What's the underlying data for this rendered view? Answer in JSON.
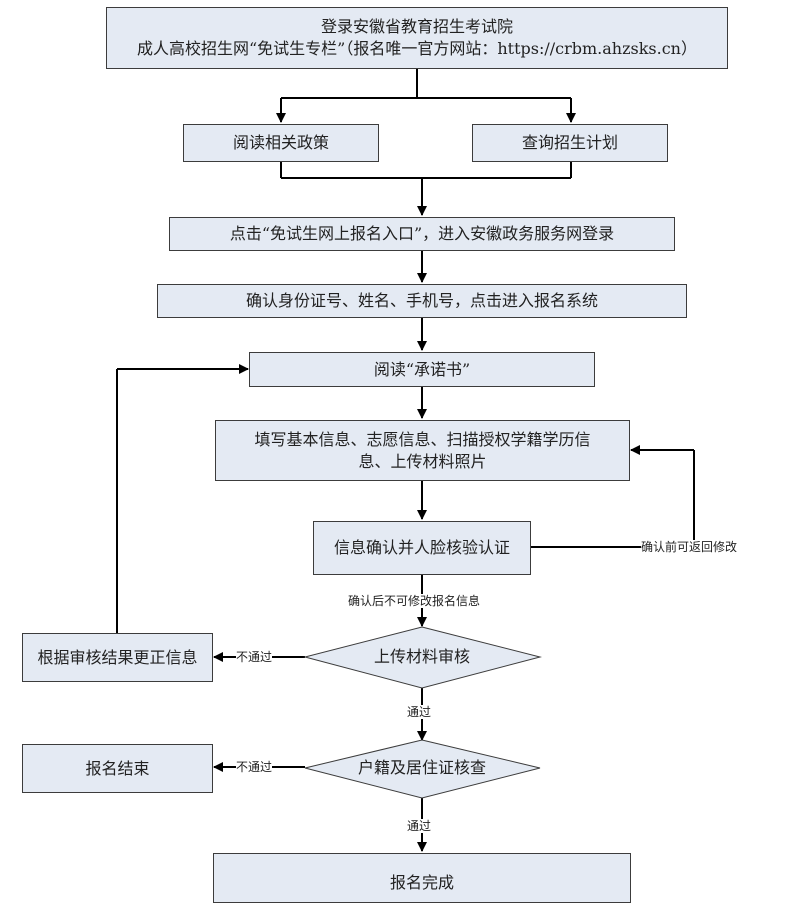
{
  "steps": {
    "login_line1": "登录安徽省教育招生考试院",
    "login_line2": "成人高校招生网“免试生专栏”（报名唯一官方网站：https://crbm.ahzsks.cn）",
    "read_policy": "阅读相关政策",
    "check_plan": "查询招生计划",
    "click_entry": "点击“免试生网上报名入口”，进入安徽政务服务网登录",
    "confirm_identity": "确认身份证号、姓名、手机号，点击进入报名系统",
    "read_promise": "阅读“承诺书”",
    "fill_info_line1": "填写基本信息、志愿信息、扫描授权学籍学历信",
    "fill_info_line2": "息、上传材料照片",
    "face_verify": "信息确认并人脸核验认证",
    "upload_review": "上传材料审核",
    "correct_info": "根据审核结果更正信息",
    "household_check": "户籍及居住证核查",
    "registration_end": "报名结束",
    "registration_complete": "报名完成"
  },
  "edge_labels": {
    "before_confirm": "确认前可返回修改",
    "after_confirm": "确认后不可修改报名信息",
    "not_pass_1": "不通过",
    "pass_1": "通过",
    "not_pass_2": "不通过",
    "pass_2": "通过"
  },
  "colors": {
    "box_fill": "#e4eaf3",
    "border": "#3c3c3c",
    "connector": "#000000"
  }
}
